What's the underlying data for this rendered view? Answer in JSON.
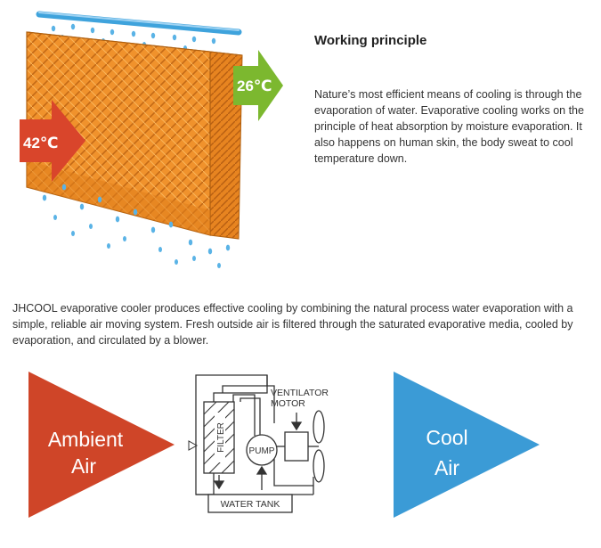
{
  "pad_figure": {
    "inlet_temp": "42℃",
    "outlet_temp": "26℃",
    "colors": {
      "inlet_arrow": "#d9452b",
      "outlet_arrow": "#7cb82f",
      "pad": "#f0922c",
      "water_pipe": "#3fa3dc",
      "droplet": "#5ab3e6"
    }
  },
  "working_principle": {
    "title": "Working principle",
    "text": "Nature’s most efficient means of cooling is through the evaporation of water. Evaporative cooling works on the principle of heat absorption by moisture evaporation. It also happens on human skin, the body sweat to cool temperature down."
  },
  "description": "JHCOOL evaporative cooler produces effective cooling by combining the natural process water evaporation with a simple, reliable air moving system. Fresh outside air is filtered through the saturated evaporative media, cooled by evaporation, and circulated by a blower.",
  "flow_diagram": {
    "ambient_line1": "Ambient",
    "ambient_line2": "Air",
    "cool_line1": "Cool",
    "cool_line2": "Air",
    "filter_label": "FILTER",
    "pump_label": "PUMP",
    "ventilator_line1": "VENTILATOR",
    "ventilator_line2": "MOTOR",
    "tank_label": "WATER TANK",
    "colors": {
      "ambient": "#cf4528",
      "cool": "#3b9bd6",
      "line": "#333333"
    }
  }
}
